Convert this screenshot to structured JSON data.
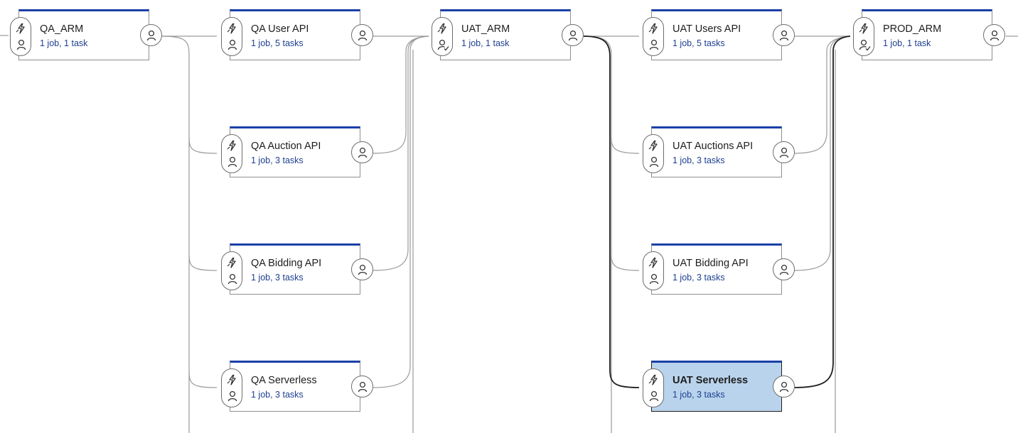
{
  "pipeline": {
    "stages": [
      {
        "id": "qa-arm",
        "name": "QA_ARM",
        "summary": "1 job, 1 task",
        "pre_icon": "person-icon"
      },
      {
        "id": "qa-user-api",
        "name": "QA User API",
        "summary": "1 job, 5 tasks",
        "pre_icon": "person-icon"
      },
      {
        "id": "qa-auction-api",
        "name": "QA Auction API",
        "summary": "1 job, 3 tasks",
        "pre_icon": "person-icon"
      },
      {
        "id": "qa-bidding-api",
        "name": "QA Bidding API",
        "summary": "1 job, 3 tasks",
        "pre_icon": "person-icon"
      },
      {
        "id": "qa-serverless",
        "name": "QA Serverless",
        "summary": "1 job, 3 tasks",
        "pre_icon": "person-icon"
      },
      {
        "id": "uat-arm",
        "name": "UAT_ARM",
        "summary": "1 job, 1 task",
        "pre_icon": "person-check-icon"
      },
      {
        "id": "uat-users-api",
        "name": "UAT Users API",
        "summary": "1 job, 5 tasks",
        "pre_icon": "person-icon"
      },
      {
        "id": "uat-auctions-api",
        "name": "UAT Auctions API",
        "summary": "1 job, 3 tasks",
        "pre_icon": "person-icon"
      },
      {
        "id": "uat-bidding-api",
        "name": "UAT Bidding API",
        "summary": "1 job, 3 tasks",
        "pre_icon": "person-icon"
      },
      {
        "id": "uat-serverless",
        "name": "UAT Serverless",
        "summary": "1 job, 3 tasks",
        "pre_icon": "person-icon",
        "selected": true
      },
      {
        "id": "prod-arm",
        "name": "PROD_ARM",
        "summary": "1 job, 1 task",
        "pre_icon": "person-check-icon"
      }
    ],
    "icons": {
      "trigger": "lightning-trigger-icon",
      "pre_deployment": "person-icon",
      "post_deployment": "person-icon"
    },
    "colors": {
      "stage_accent": "#1a3fa8",
      "summary_text": "#1d3f8f",
      "selected_fill": "#b9d3ec",
      "connector": "#9a9a9a",
      "connector_highlight": "#1e1e1e"
    }
  }
}
